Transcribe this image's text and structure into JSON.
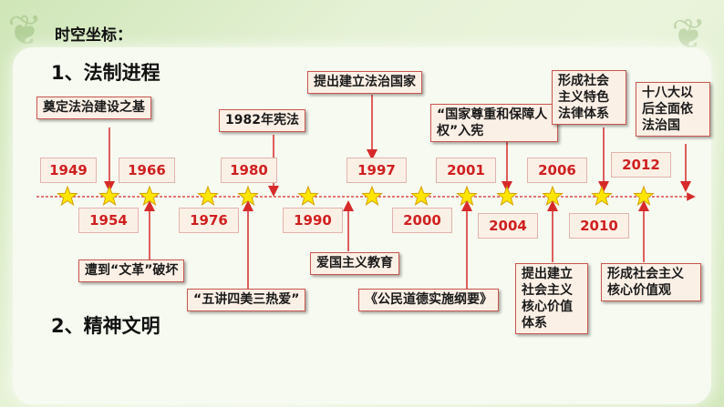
{
  "header_label": "时空坐标：",
  "section1": "1、法制进程",
  "section2": "2、精神文明",
  "years_top": [
    "1949",
    "1966",
    "1980",
    "1997",
    "2001",
    "2006",
    "2012"
  ],
  "years_bottom": [
    "1954",
    "1976",
    "1990",
    "2000",
    "2004",
    "2010"
  ],
  "events_top": {
    "e1949": "奠定法治建设之基",
    "e1982": "1982年宪法",
    "e1997": "提出建立法治国家",
    "e2004": "“国家尊重和保障人权”入宪",
    "e2011": "形成社会主义特色法律体系",
    "e2012": "十八大以后全面依法治国"
  },
  "events_bottom": {
    "e1966": "遭到“文革”破坏",
    "e1982": "“五讲四美三热爱”",
    "e1994": "爱国主义教育",
    "e2001": "《公民道德实施纲要》",
    "e2006": "提出建立社会主义核心价值体系",
    "e2012": "形成社会主义核心价值观"
  },
  "colors": {
    "arrow": "#d62a2a",
    "star": "#ffe600",
    "star_stroke": "#d4a000",
    "box_border": "#c9564f",
    "year_text": "#d02020"
  }
}
